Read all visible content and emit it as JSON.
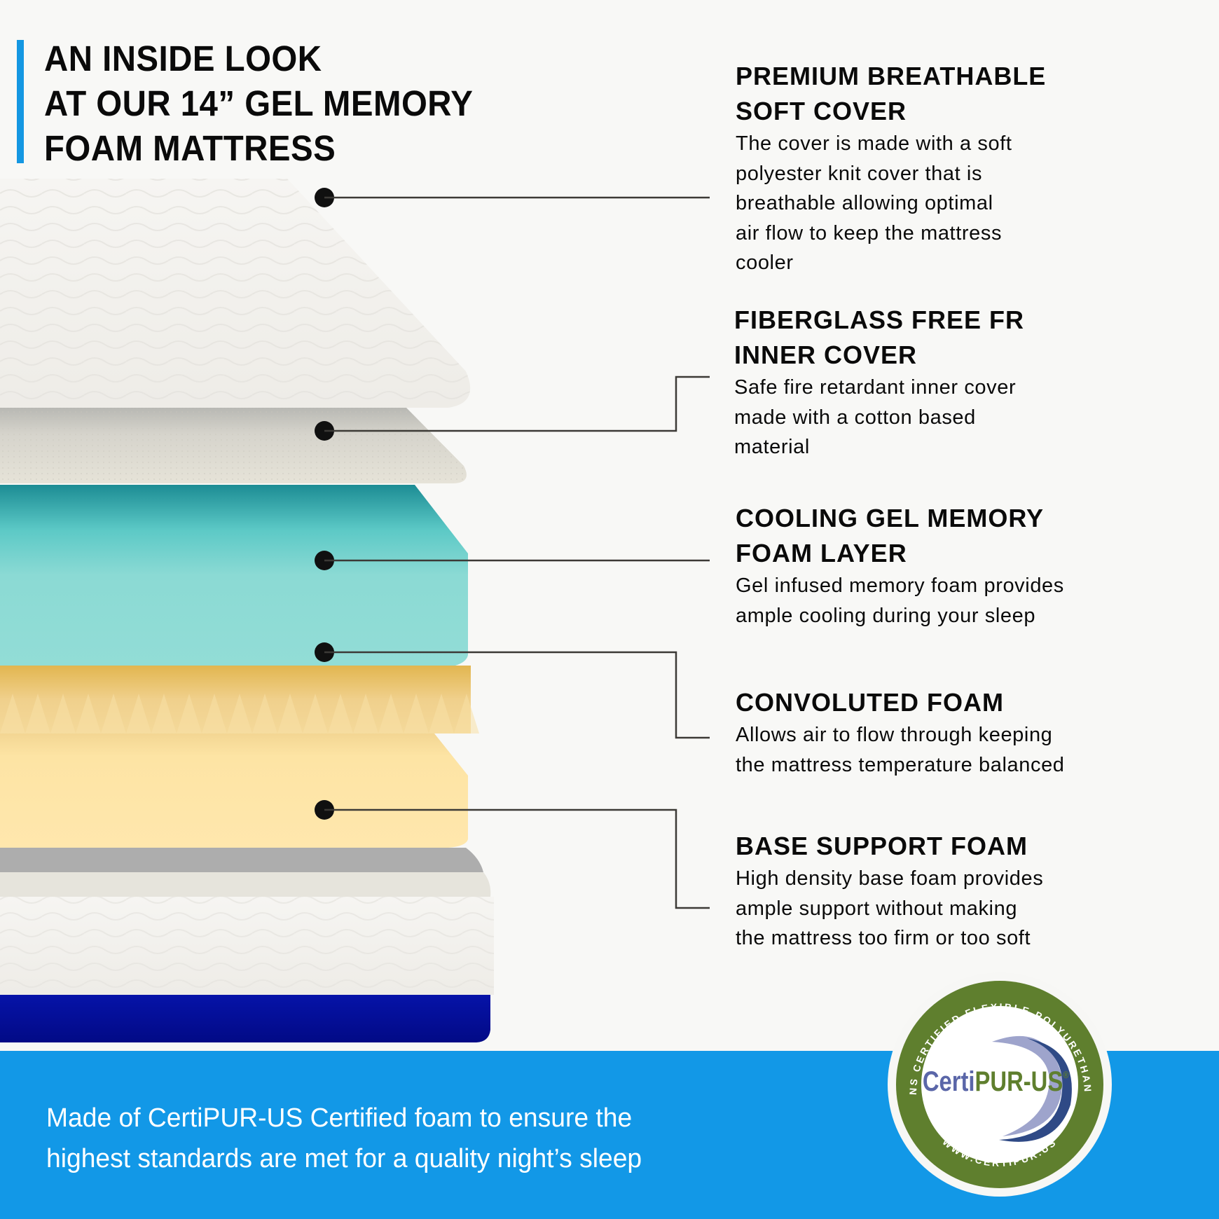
{
  "header": {
    "title_lines": [
      "AN INSIDE LOOK",
      "AT OUR 14” GEL MEMORY",
      "FOAM MATTRESS"
    ]
  },
  "layers": [
    {
      "name": "Premium breathable soft cover",
      "heading_lines": [
        "PREMIUM BREATHABLE",
        "SOFT COVER"
      ],
      "description_lines": [
        "The cover is made with a soft",
        "polyester knit cover that is",
        "breathable allowing optimal",
        "air flow to keep the mattress",
        "cooler"
      ]
    },
    {
      "name": "Fiberglass free FR inner cover",
      "heading_lines": [
        "FIBERGLASS FREE FR",
        "INNER COVER"
      ],
      "description_lines": [
        "Safe fire retardant inner cover",
        "made with a cotton based",
        "material"
      ]
    },
    {
      "name": "Cooling gel memory foam layer",
      "heading_lines": [
        "COOLING GEL MEMORY",
        "FOAM LAYER"
      ],
      "description_lines": [
        "Gel infused memory foam provides",
        "ample cooling during your sleep"
      ]
    },
    {
      "name": "Convoluted foam",
      "heading_lines": [
        "CONVOLUTED FOAM"
      ],
      "description_lines": [
        "Allows air to flow through keeping",
        "the mattress temperature balanced"
      ]
    },
    {
      "name": "Base support foam",
      "heading_lines": [
        "BASE SUPPORT FOAM"
      ],
      "description_lines": [
        "High density base foam provides",
        "ample support without making",
        "the mattress too firm or too soft"
      ]
    }
  ],
  "footer": {
    "text_lines": [
      "Made of CertiPUR-US Certified foam to ensure the",
      "highest standards are met for a quality night’s sleep"
    ]
  },
  "seal": {
    "brand_certi": "Certi",
    "brand_pur": "PUR-US",
    "registered": "®",
    "ring_top": "CONTAINS CERTIFIED FLEXIBLE POLYURETHANE FOAM",
    "ring_bottom": "WWW.CERTIPUR.US"
  },
  "colors": {
    "accent_blue": "#1298e7",
    "gel_teal": "#7fd6d0",
    "convoluted_yellow": "#f2d38a",
    "base_yellow": "#ffe6a8",
    "bottom_navy": "#020c9a",
    "seal_green": "#5f7f2e",
    "seal_purple": "#5a66a8"
  }
}
